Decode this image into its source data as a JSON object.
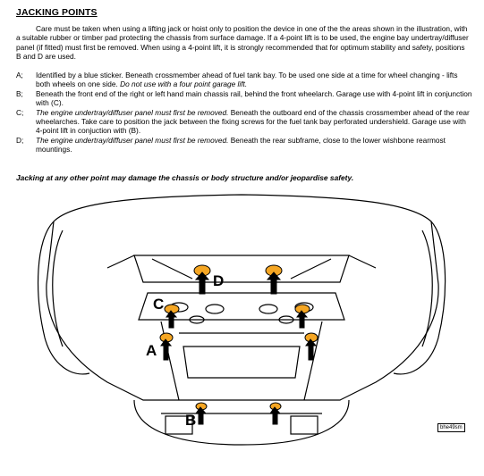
{
  "title": "JACKING POINTS",
  "intro": "Care must be taken when using a lifting jack or hoist only to position the device in one of the the areas shown in the illustration, with a suitable rubber or timber pad protecting the chassis from surface damage.  If a 4-point lift is to be used, the engine bay undertray/diffuser panel (if fitted) must first be removed.  When using a 4-point lift, it is strongly recommended that for optimum stability and safety, positions B and D are used.",
  "items": [
    {
      "letter": "A;",
      "italic_lead": "",
      "text": "Identified by a blue sticker.  Beneath crossmember ahead of fuel tank bay.  To be used one side at a time for wheel changing - lifts both wheels on one side.",
      "italic_tail": "Do not use with a four point garage lift."
    },
    {
      "letter": "B;",
      "italic_lead": "",
      "text": "Beneath the front end of the right or left hand main chassis rail, behind the front wheelarch.  Garage use with 4-point lift in conjunction with (C).",
      "italic_tail": ""
    },
    {
      "letter": "C;",
      "italic_lead": "The engine undertray/diffuser panel must first be removed.",
      "text": "Beneath the outboard end of the chassis crossmember ahead of the rear wheelarches.  Take care to position the jack between the fixing screws for the fuel tank bay perforated undershield.  Garage use with 4-point lift in conjuction with (B).",
      "italic_tail": ""
    },
    {
      "letter": "D;",
      "italic_lead": "The engine undertray/diffuser panel must first be removed.",
      "text": "Beneath the rear subframe, close to the lower wishbone rearmost mountings.",
      "italic_tail": ""
    }
  ],
  "warning": "Jacking at any other point may damage the chassis or body structure and/or jeopardise safety.",
  "diagram": {
    "labels": {
      "a": "A",
      "b": "B",
      "c": "C",
      "d": "D"
    },
    "ref": "bhe49sm",
    "colors": {
      "pad": "#f5a623",
      "line": "#000000"
    }
  }
}
